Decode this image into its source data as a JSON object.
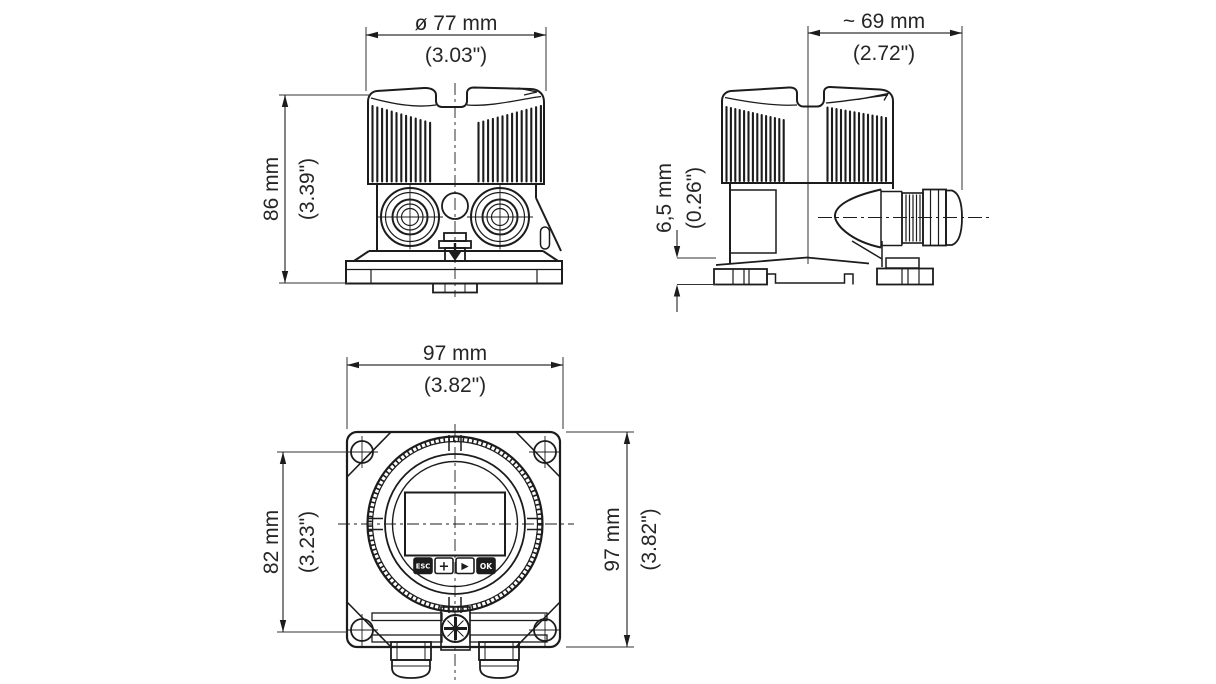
{
  "document": {
    "type": "technical dimension drawing",
    "background": "#ffffff",
    "ink_color": "#1c1c1c",
    "label_color": "#262626"
  },
  "views": {
    "front": {
      "width": {
        "metric": "ø 77 mm",
        "imperial": "(3.03\")"
      },
      "height": {
        "metric": "86 mm",
        "imperial": "(3.39\")"
      }
    },
    "side": {
      "width": {
        "metric": "~ 69 mm",
        "imperial": "(2.72\")"
      },
      "base_height": {
        "metric": "6,5 mm",
        "imperial": "(0.26\")"
      }
    },
    "face": {
      "width": {
        "metric": "97 mm",
        "imperial": "(3.82\")"
      },
      "hole_spacing": {
        "metric": "82 mm",
        "imperial": "(3.23\")"
      },
      "height": {
        "metric": "97 mm",
        "imperial": "(3.82\")"
      },
      "keypad_buttons": [
        "ESC",
        "+",
        "▶",
        "OK"
      ]
    }
  }
}
